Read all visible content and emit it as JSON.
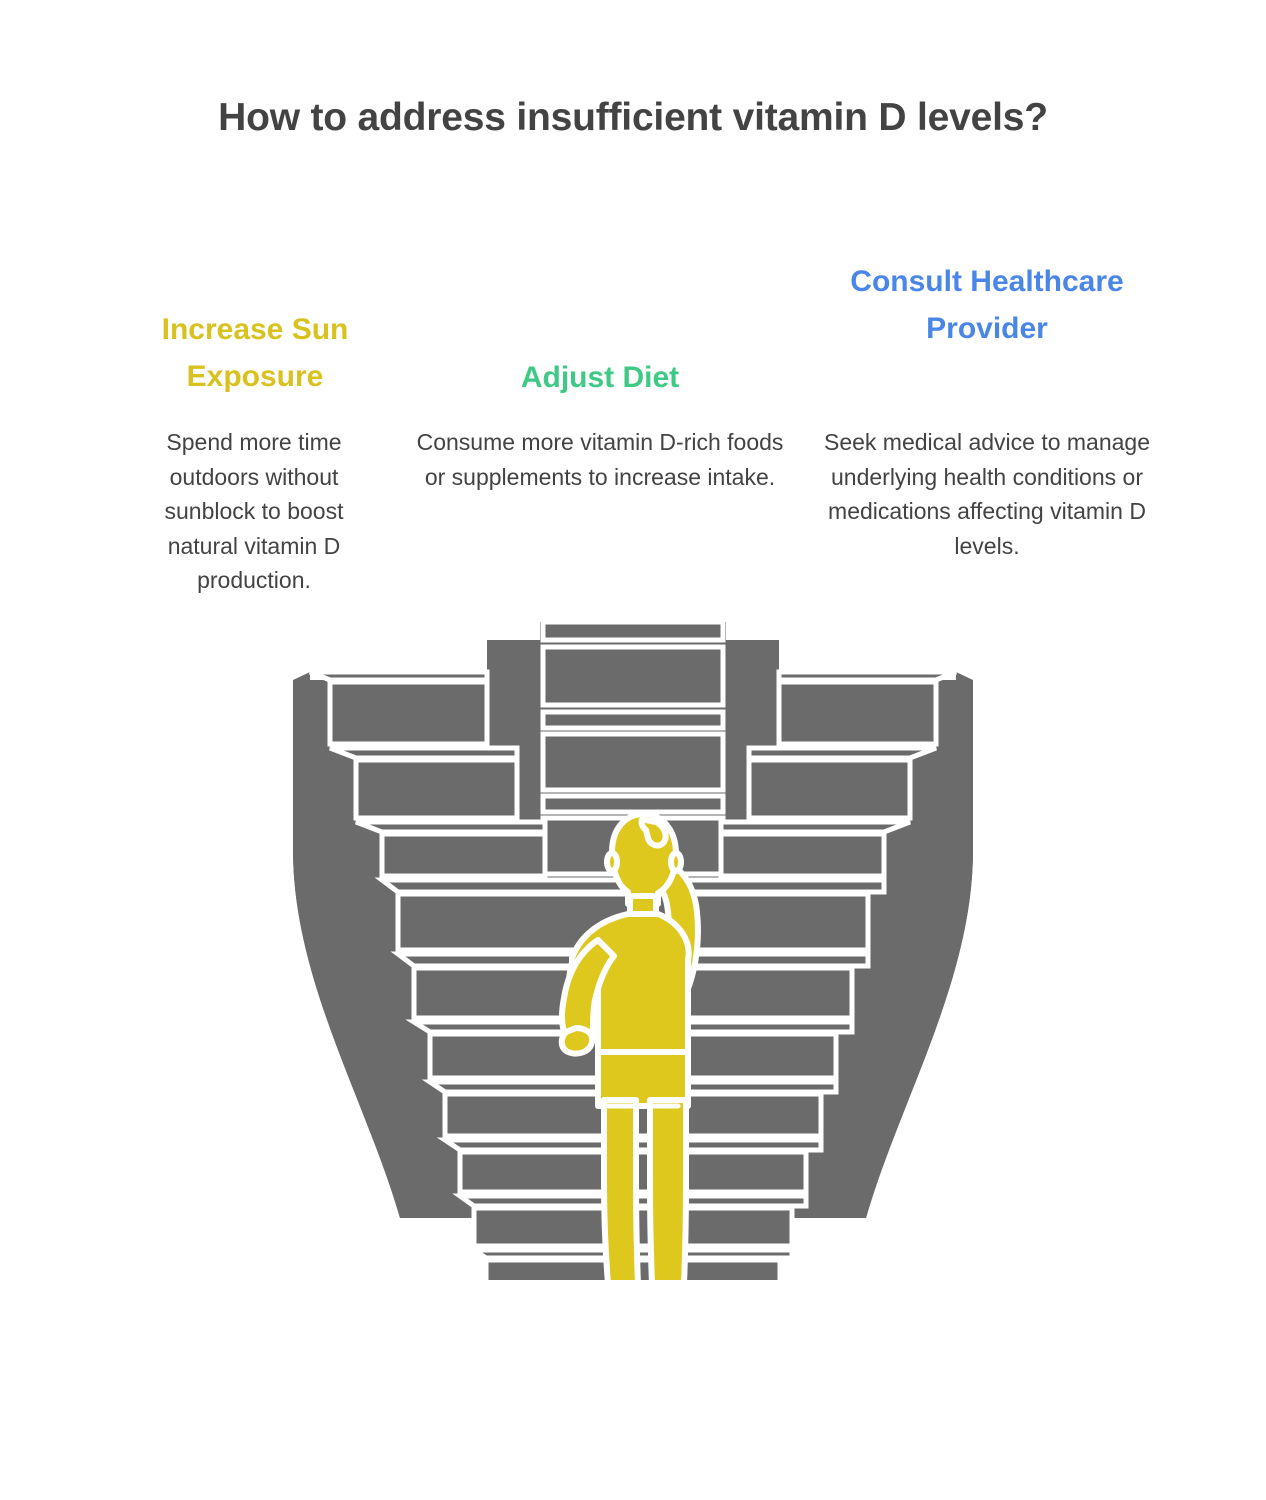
{
  "page": {
    "background_color": "#FFFFFF",
    "title": "How to address insufficient vitamin D levels?",
    "title_color": "#434343"
  },
  "columns": [
    {
      "heading": "Increase Sun Exposure",
      "heading_color": "#D9C220",
      "body": "Spend more time outdoors without sunblock to boost natural vitamin D production."
    },
    {
      "heading": "Adjust Diet",
      "heading_color": "#3ECA84",
      "body": "Consume more vitamin D-rich foods or supplements to increase intake."
    },
    {
      "heading": "Consult Healthcare Provider",
      "heading_color": "#4A86E8",
      "body": "Seek medical advice to manage underlying health conditions or medications affecting vitamin D levels."
    }
  ],
  "illustration": {
    "name": "stepped-funnel-staircase-with-confused-person",
    "structure_color": "#6B6B6B",
    "outline_color": "#FFFFFF",
    "figure_color": "#DFC81E",
    "figure_pose": "person-viewed-from-behind-scratching-head-hand-on-hip"
  }
}
